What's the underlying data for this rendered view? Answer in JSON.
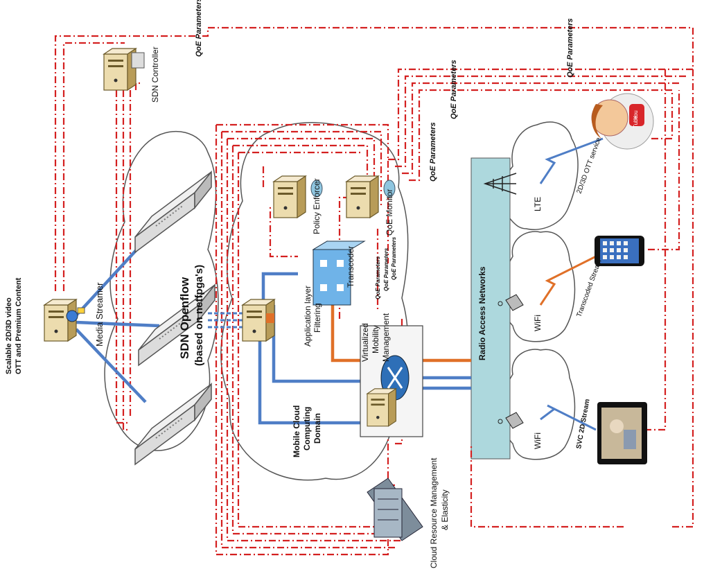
{
  "labels": {
    "scalable_title_1": "Scalable 2D/3D video",
    "scalable_title_2": "OTT and Premium Content",
    "media_streamer": "Media Streamer",
    "sdn_openflow_1": "SDN Openflow",
    "sdn_openflow_2": "(based on netfpga's)",
    "sdn_controller": "SDN Controller",
    "app_layer_1": "Application layer",
    "app_layer_2": "Filtering",
    "transcoder": "Transcoder",
    "policy_enforcer": "Policy Enforcer",
    "qoe_monitor": "QoE Monitor",
    "vmm_1": "Virtualized",
    "vmm_2": "Mobility",
    "vmm_3": "Management",
    "mcc_1": "Mobile Cloud",
    "mcc_2": "Computing",
    "mcc_3": "Domain",
    "cloud_rm_1": "Cloud Resource Management",
    "cloud_rm_2": "& Elasticity",
    "ran": "Radio Access Networks",
    "lte": "LTE",
    "wifi_1": "WiFi",
    "wifi_2": "WiFi",
    "ott_service": "2D/3D OTT service",
    "transcoded_stream": "Transcoded Stream",
    "svc_stream": "SVC 2D Stream",
    "qoe_params": "QoE Parameters",
    "youtube_1": "You",
    "youtube_2": "Tube"
  },
  "colors": {
    "red_dash": "#d42020",
    "blue_link": "#4f7ec6",
    "orange_link": "#e07028",
    "ran_fill": "#add8dd",
    "server_body": "#e8d8a8"
  }
}
